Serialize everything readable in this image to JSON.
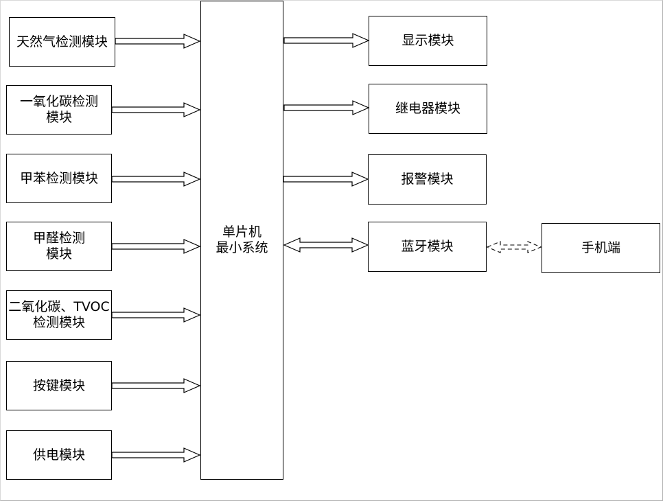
{
  "diagram": {
    "center": "单片机\n最小系统",
    "inputs": [
      "天然气检测模块",
      "一氧化碳检测\n模块",
      "甲苯检测模块",
      "甲醛检测\n模块",
      "二氧化碳、TVOC\n检测模块",
      "按键模块",
      "供电模块"
    ],
    "outputs": [
      "显示模块",
      "继电器模块",
      "报警模块",
      "蓝牙模块"
    ],
    "external": "手机端",
    "arrow_direction": {
      "inputs": "to-mcu",
      "outputs": "from-mcu",
      "bluetooth": "bidirectional",
      "phone_link": "dashed-bidirectional"
    }
  }
}
